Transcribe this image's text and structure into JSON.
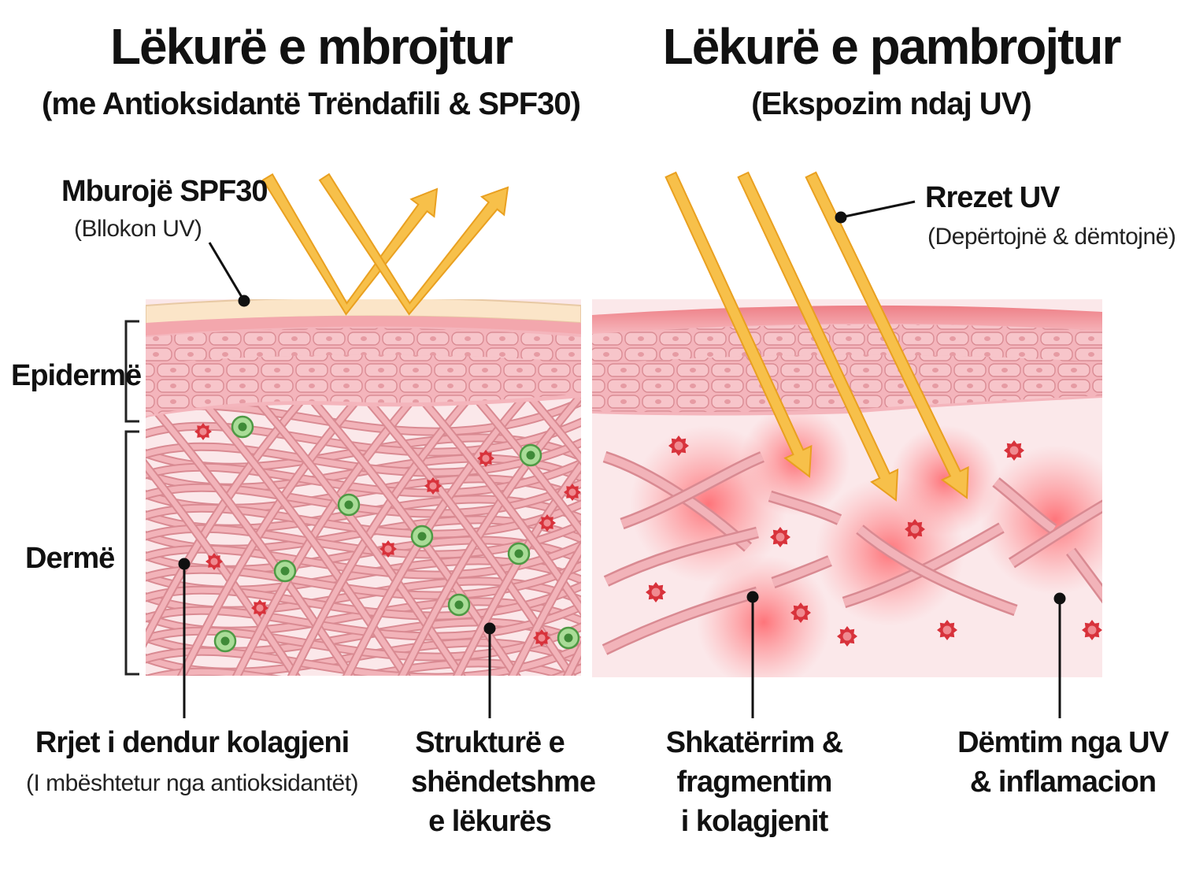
{
  "left_panel": {
    "title": "Lëkurë e mbrojtur",
    "subtitle": "(me Antioksidantë Trëndafili & SPF30)",
    "shield_label": "Mburojë SPF30",
    "shield_sublabel": "(Bllokon UV)",
    "epidermis_label": "Epidermë",
    "dermis_label": "Dermë",
    "collagen_label": "Rrjet i dendur kolagjeni",
    "collagen_sublabel": "(I mbështetur nga antioksidantët)",
    "structure_lines": [
      "Strukturë e",
      "shëndetshme",
      "e lëkurës"
    ]
  },
  "right_panel": {
    "title": "Lëkurë e pambrojtur",
    "subtitle": "(Ekspozim ndaj UV)",
    "uv_label": "Rrezet UV",
    "uv_sublabel": "(Depërtojnë & dëmtojnë)",
    "breakdown_lines": [
      "Shkatërrim &",
      "fragmentim",
      "i kolagjenit"
    ],
    "damage_lines": [
      "Dëmtim nga UV",
      "& inflamacion"
    ]
  },
  "colors": {
    "uv_ray": "#f7c04a",
    "uv_ray_edge": "#e9a020",
    "epidermis": "#f4b5bc",
    "dermis_bg": "#fbe8ea",
    "collagen": "#eea7ae",
    "free_radical": "#d8323b",
    "antioxidant": "#6fba5e",
    "inflammation": "#ff5a5f",
    "spf_layer": "#fbe5c8"
  },
  "icons": [
    "uv-ray-arrow",
    "free-radical-icon",
    "antioxidant-cell-icon",
    "bracket"
  ]
}
